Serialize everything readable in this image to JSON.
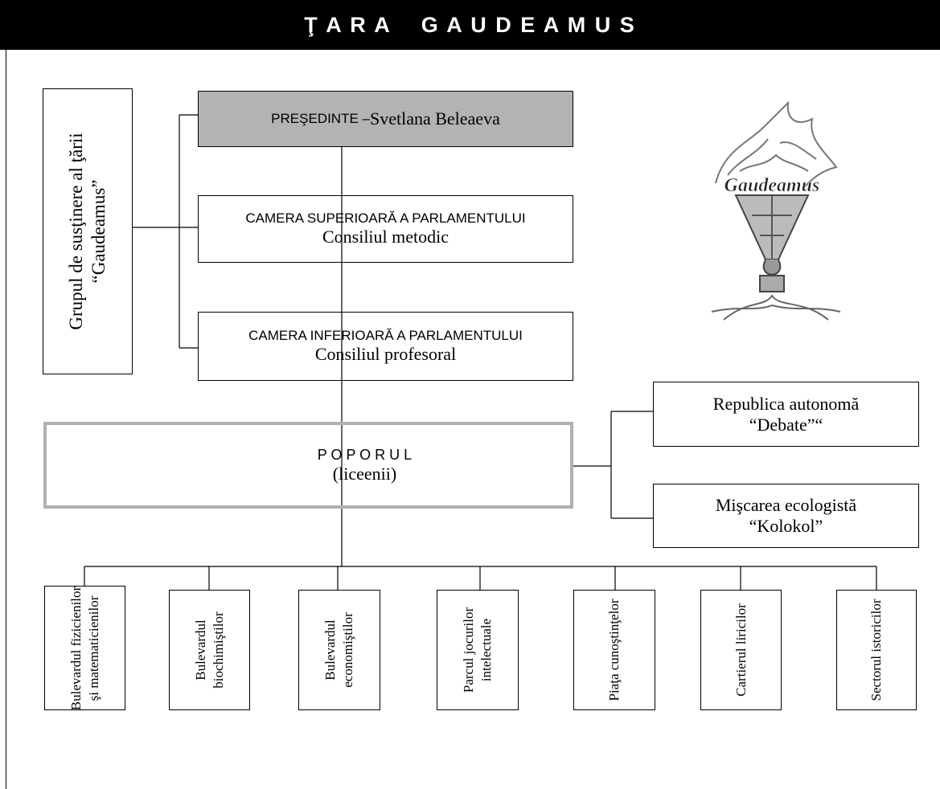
{
  "header": {
    "title": "Ţ A R A    G A U D E A M U S"
  },
  "support_group": {
    "line1": "Grupul de susţinere al ţării",
    "line2": "“Gaudeamus”"
  },
  "president": {
    "label": "PREŞEDINTE – ",
    "name": "Svetlana Beleaeva"
  },
  "upper_chamber": {
    "label": "CAMERA SUPERIOARĂ A PARLAMENTULUI",
    "name": "Consiliul metodic"
  },
  "lower_chamber": {
    "label": "CAMERA INFERIOARĂ A PARLAMENTULUI",
    "name": "Consiliul profesoral"
  },
  "people": {
    "label": "P O P O R U L",
    "name": "(liceenii)"
  },
  "republic": {
    "line1": "Republica autonomă",
    "line2": "“Debate”“"
  },
  "ecology": {
    "line1": "Mişcarea ecologistă",
    "line2": "“Kolokol”"
  },
  "logo": {
    "text": "Gaudeamus",
    "icon": "torch-flame-icon"
  },
  "districts": [
    {
      "line1": "Bulevardul fizicienilor",
      "line2": "şi  matematicienilor"
    },
    {
      "line1": "Bulevardul",
      "line2": "biochimiştilor"
    },
    {
      "line1": "Bulevardul",
      "line2": "economiştilor"
    },
    {
      "line1": "Parcul jocurilor",
      "line2": "intelectuale"
    },
    {
      "line1": "Piaţa cunoştinţelor",
      "line2": ""
    },
    {
      "line1": "Cartierul liricilor",
      "line2": ""
    },
    {
      "line1": "Sectorul istoricilor",
      "line2": ""
    }
  ],
  "colors": {
    "header_bg": "#000000",
    "president_bg": "#b3b3b3",
    "people_border": "#b0b0b0"
  }
}
